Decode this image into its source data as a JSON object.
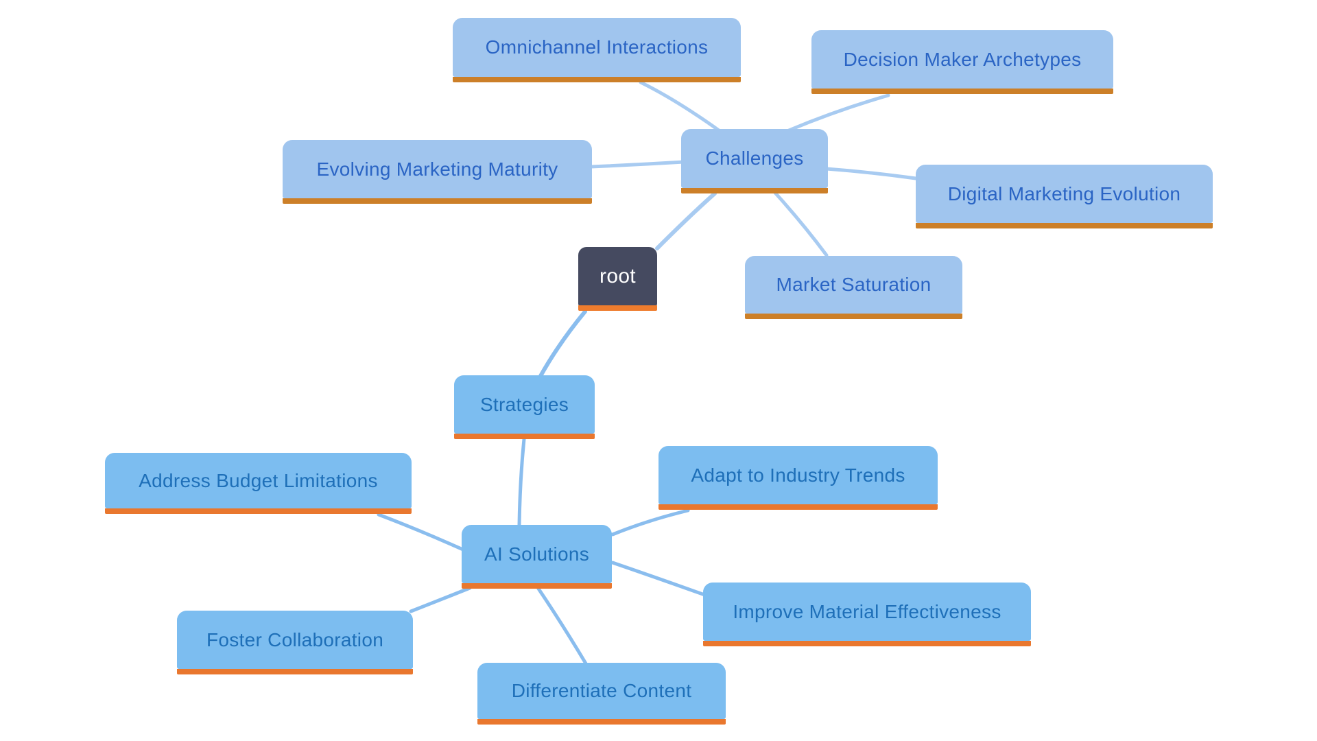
{
  "diagram_type": "mindmap",
  "colors": {
    "canvas_bg": "#ffffff",
    "root_fill": "#454a60",
    "root_text": "#ffffff",
    "root_underline": "#ee7c2d",
    "top_fill": "#a0c5ee",
    "top_text": "#2a64c4",
    "top_underline": "#cc7f28",
    "top_edge": "#a8cbf1",
    "bottom_fill": "#7cbdf0",
    "bottom_text": "#1e6fb8",
    "bottom_underline": "#e9772e",
    "bottom_edge": "#8abdee"
  },
  "nodes": {
    "root": "root",
    "challenges": "Challenges",
    "omnichannel": "Omnichannel Interactions",
    "decision": "Decision Maker Archetypes",
    "evolving": "Evolving Marketing Maturity",
    "digital": "Digital Marketing Evolution",
    "market": "Market Saturation",
    "strategies": "Strategies",
    "ai": "AI Solutions",
    "address": "Address Budget Limitations",
    "adapt": "Adapt to Industry Trends",
    "improve": "Improve Material Effectiveness",
    "foster": "Foster Collaboration",
    "differentiate": "Differentiate Content"
  },
  "edges": [
    {
      "from": "root",
      "to": "challenges"
    },
    {
      "from": "challenges",
      "to": "omnichannel"
    },
    {
      "from": "challenges",
      "to": "decision"
    },
    {
      "from": "challenges",
      "to": "evolving"
    },
    {
      "from": "challenges",
      "to": "digital"
    },
    {
      "from": "challenges",
      "to": "market"
    },
    {
      "from": "root",
      "to": "strategies"
    },
    {
      "from": "strategies",
      "to": "ai"
    },
    {
      "from": "ai",
      "to": "address"
    },
    {
      "from": "ai",
      "to": "adapt"
    },
    {
      "from": "ai",
      "to": "improve"
    },
    {
      "from": "ai",
      "to": "foster"
    },
    {
      "from": "ai",
      "to": "differentiate"
    }
  ],
  "hierarchy": {
    "root": {
      "Challenges": [
        "Omnichannel Interactions",
        "Decision Maker Archetypes",
        "Evolving Marketing Maturity",
        "Digital Marketing Evolution",
        "Market Saturation"
      ],
      "Strategies": {
        "AI Solutions": [
          "Address Budget Limitations",
          "Adapt to Industry Trends",
          "Improve Material Effectiveness",
          "Foster Collaboration",
          "Differentiate Content"
        ]
      }
    }
  }
}
